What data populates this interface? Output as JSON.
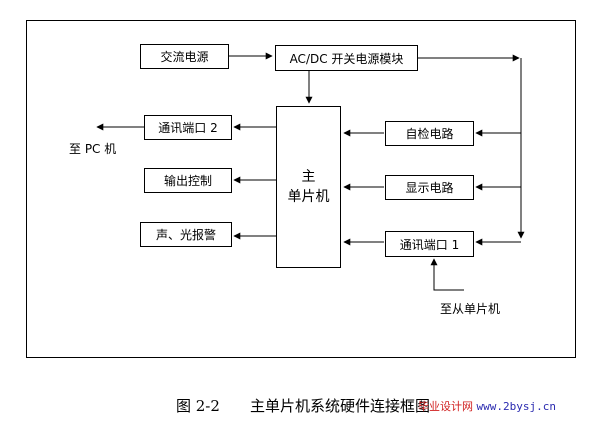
{
  "blocks": {
    "ac_power": "交流电源",
    "acdc_module": "AC/DC 开关电源模块",
    "mcu_line1": "主",
    "mcu_line2": "单片机",
    "comm_port_2": "通讯端口 2",
    "output_control": "输出控制",
    "sound_light_alarm": "声、光报警",
    "self_check": "自检电路",
    "display": "显示电路",
    "comm_port_1": "通讯端口 1"
  },
  "labels": {
    "to_pc": "至 PC 机",
    "to_slave": "至从单片机"
  },
  "caption": {
    "number": "图 2-2",
    "title": "主单片机系统硬件连接框图"
  },
  "watermark": {
    "text": "毕业设计网",
    "url": "www.2bysj.cn"
  },
  "colors": {
    "line": "#000000",
    "watermark_text": "#d02020",
    "watermark_url": "#2a2ab0"
  }
}
